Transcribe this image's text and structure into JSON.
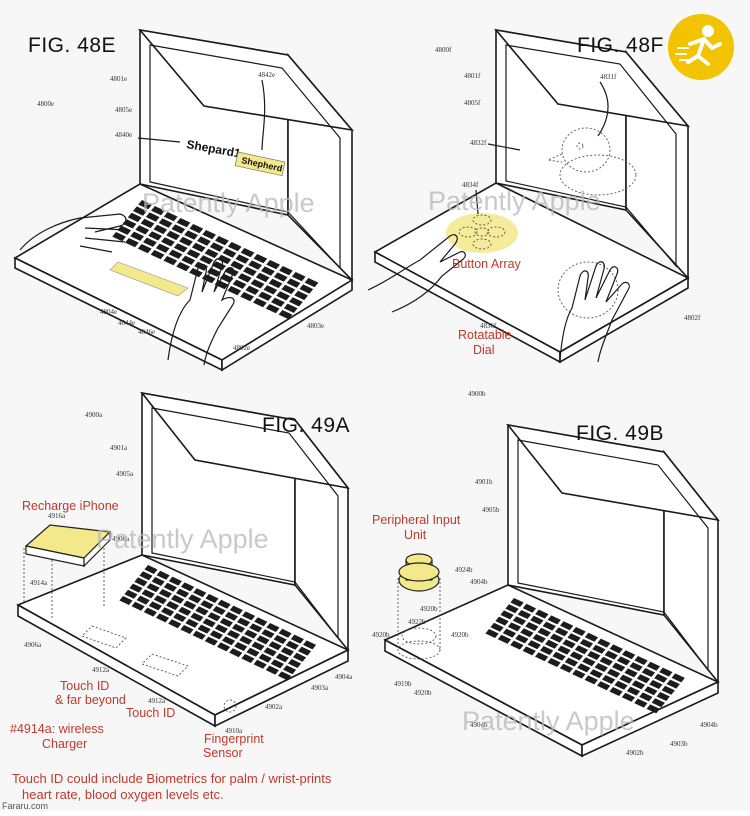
{
  "figures": {
    "f48e": {
      "title": "FIG. 48E",
      "refs": [
        "4800e",
        "4801e",
        "4805e",
        "4840e",
        "4842e",
        "4804e",
        "4844e",
        "4846e",
        "4802e",
        "4803e"
      ],
      "screen_text_1": "Shepard1",
      "screen_text_2": "Shepherd"
    },
    "f48f": {
      "title": "FIG. 48F",
      "refs": [
        "4800f",
        "4801f",
        "4805f",
        "4831f",
        "4832f",
        "4834f",
        "4836f",
        "4802f"
      ],
      "label_button_array": "Button Array",
      "label_dial_1": "Rotatable",
      "label_dial_2": "Dial"
    },
    "f49a": {
      "title": "FIG. 49A",
      "refs": [
        "4900a",
        "4901a",
        "4905a",
        "4916a",
        "4906a",
        "4914a",
        "4912a",
        "4904a",
        "4903a",
        "4902a",
        "4910a"
      ],
      "label_recharge": "Recharge iPhone",
      "label_touchid_1": "Touch ID",
      "label_touchid_2": "& far beyond",
      "label_touchid_3": "Touch ID",
      "label_wireless_1": "#4914a: wireless",
      "label_wireless_2": "Charger",
      "label_fp_1": "Fingerprint",
      "label_fp_2": "Sensor"
    },
    "f49b": {
      "title": "FIG. 49B",
      "refs": [
        "4900b",
        "4901b",
        "4905b",
        "4924b",
        "4904b",
        "4920b",
        "4922b",
        "4919b",
        "4903b",
        "4902b"
      ],
      "label_peripheral_1": "Peripheral Input",
      "label_peripheral_2": "Unit"
    }
  },
  "watermark": "Patently Apple",
  "caption_line1": "Touch ID could include Biometrics for palm / wrist-prints",
  "caption_line2": "heart rate, blood oxygen levels etc.",
  "corner_text": "Fararu.com",
  "logo_icon": "runner-icon",
  "colors": {
    "annotation_red": "#c0392b",
    "highlight_yellow": "#f3e88a",
    "logo_yellow": "#f2c300"
  }
}
